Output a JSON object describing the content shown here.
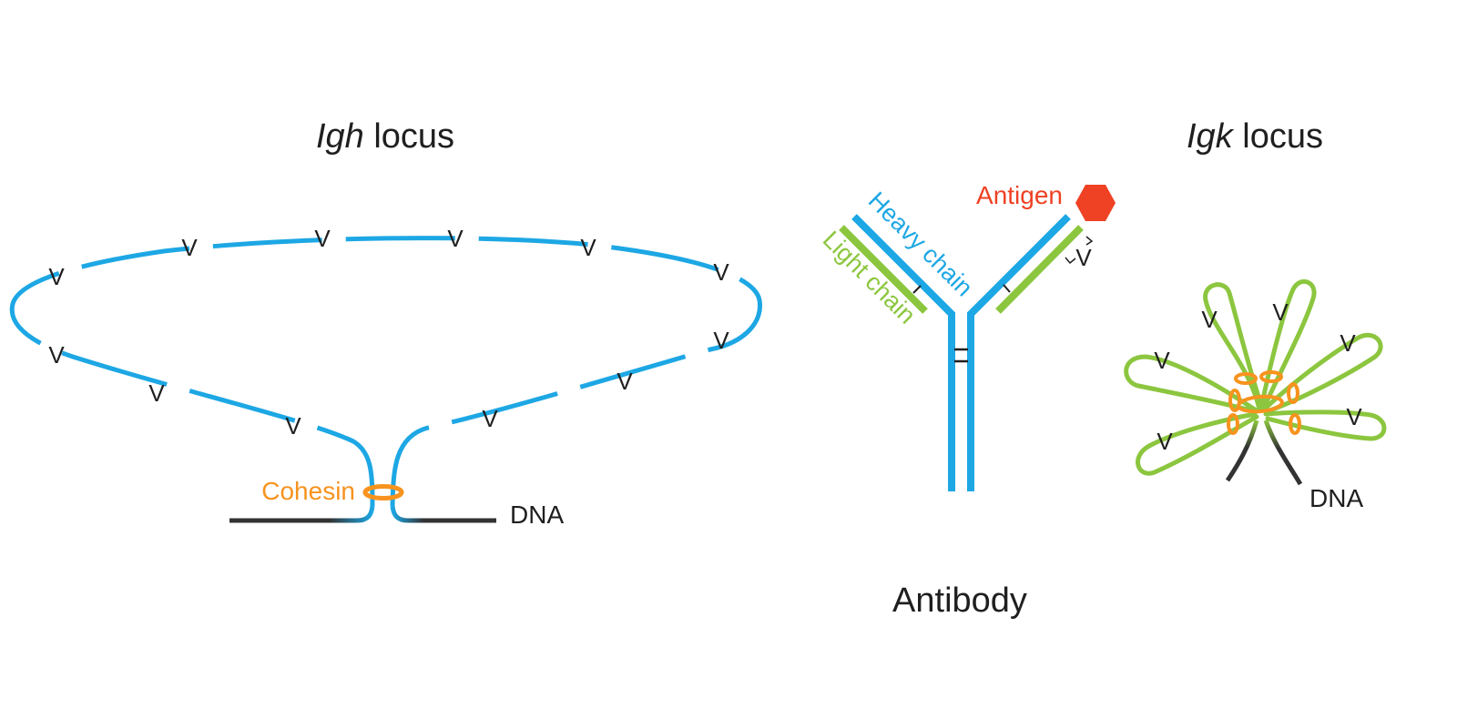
{
  "igh": {
    "title_gene": "Igh",
    "title_rest": " locus",
    "v_label": "V",
    "cohesin_label": "Cohesin",
    "dna_label": "DNA"
  },
  "antibody": {
    "title": "Antibody",
    "heavy_chain_label": "Heavy chain",
    "light_chain_label": "Light chain",
    "antigen_label": "Antigen",
    "v_label": "V"
  },
  "igk": {
    "title_gene": "Igk",
    "title_rest": " locus",
    "v_label": "V",
    "dna_label": "DNA"
  },
  "colors": {
    "heavy_chain": "#1da7e4",
    "light_chain": "#8cc63f",
    "cohesin": "#f7931e",
    "antigen": "#ef4123",
    "dna": "#333333",
    "text": "#1f1f1f"
  }
}
